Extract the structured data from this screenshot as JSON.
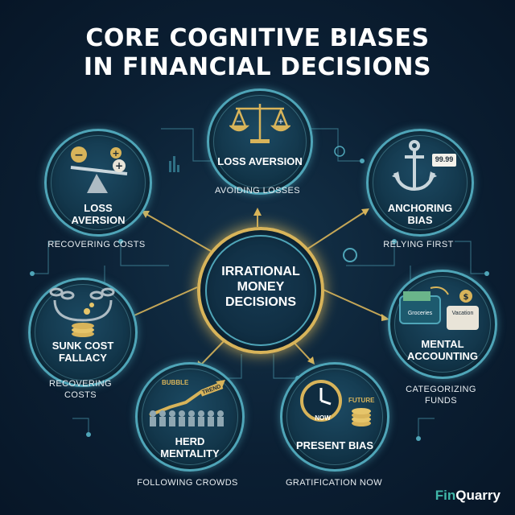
{
  "title": {
    "line1": "CORE COGNITIVE BIASES",
    "line2": "IN FINANCIAL DECISIONS"
  },
  "center": {
    "line1": "IRRATIONAL",
    "line2": "MONEY",
    "line3": "DECISIONS"
  },
  "nodes": [
    {
      "id": "loss-aversion-top",
      "label": [
        "LOSS AVERSION"
      ],
      "caption": "AVOIDING LOSSES",
      "icon": "scale-icon"
    },
    {
      "id": "loss-aversion-left",
      "label": [
        "LOSS",
        "AVERSION"
      ],
      "caption": "RECOVERING COSTS",
      "icon": "seesaw-icon"
    },
    {
      "id": "anchoring-bias",
      "label": [
        "ANCHORING",
        "BIAS"
      ],
      "caption": "RELYING FIRST",
      "icon": "anchor-icon",
      "tag": "99.99"
    },
    {
      "id": "sunk-cost",
      "label": [
        "SUNK COST",
        "FALLACY"
      ],
      "caption": [
        "RECOVERING",
        "COSTS"
      ],
      "icon": "chain-coins-icon"
    },
    {
      "id": "mental-accounting",
      "label": [
        "MENTAL",
        "ACCOUNTING"
      ],
      "caption": [
        "CATEGORIZING",
        "FUNDS"
      ],
      "icon": "wallet-jars-icon",
      "tags": [
        "Groceries",
        "Vacation"
      ]
    },
    {
      "id": "herd-mentality",
      "label": [
        "HERD",
        "MENTALITY"
      ],
      "caption": "FOLLOWING CROWDS",
      "icon": "crowd-icon",
      "tags": [
        "BUBBLE",
        "TREND"
      ]
    },
    {
      "id": "present-bias",
      "label": [
        "PRESENT BIAS"
      ],
      "caption": "GRATIFICATION NOW",
      "icon": "clock-coins-icon",
      "tags": [
        "NOW",
        "FUTURE"
      ]
    }
  ],
  "brand": {
    "prefix": "Fin",
    "suffix": "Quarry"
  },
  "colors": {
    "accent_teal": "#4fa5b8",
    "accent_gold": "#d8b45a",
    "background": "#0b1f33",
    "brand_teal": "#3fb6a8"
  }
}
